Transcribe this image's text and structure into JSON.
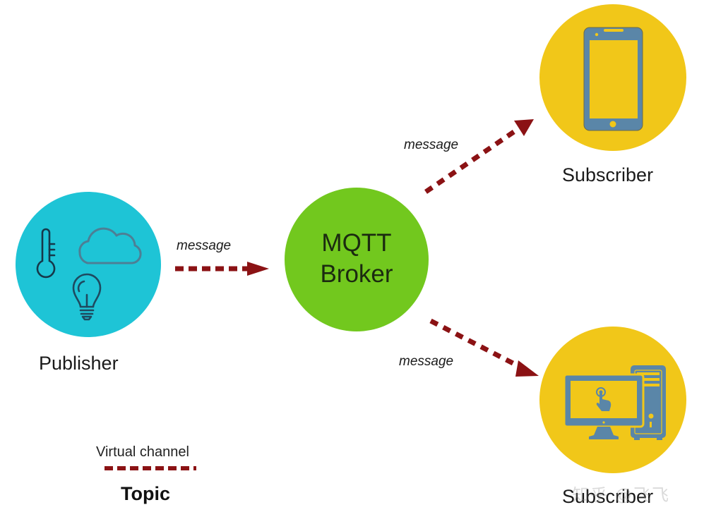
{
  "diagram": {
    "title": "MQTT publish/subscribe model",
    "colors": {
      "publisher": "#1ec4d6",
      "broker": "#72c81e",
      "subscriber": "#f1c719",
      "icon_slate": "#5a86a8",
      "icon_dark": "#16384a",
      "arrow": "#8b1214",
      "background": "#ffffff"
    },
    "nodes": {
      "publisher": {
        "label": "Publisher",
        "icons": [
          "thermometer-icon",
          "cloud-icon",
          "lightbulb-icon"
        ]
      },
      "broker": {
        "line1": "MQTT",
        "line2": "Broker"
      },
      "subscriber_phone": {
        "label": "Subscriber",
        "icon": "smartphone-icon"
      },
      "subscriber_desktop": {
        "label": "Subscriber",
        "icon": "desktop-computer-icon"
      }
    },
    "edges": [
      {
        "from": "publisher",
        "to": "broker",
        "label": "message"
      },
      {
        "from": "broker",
        "to": "subscriber_phone",
        "label": "message"
      },
      {
        "from": "broker",
        "to": "subscriber_desktop",
        "label": "message"
      }
    ],
    "legend": {
      "caption": "Virtual channel",
      "name": "Topic"
    },
    "watermark": "知乎 @飞飞"
  }
}
